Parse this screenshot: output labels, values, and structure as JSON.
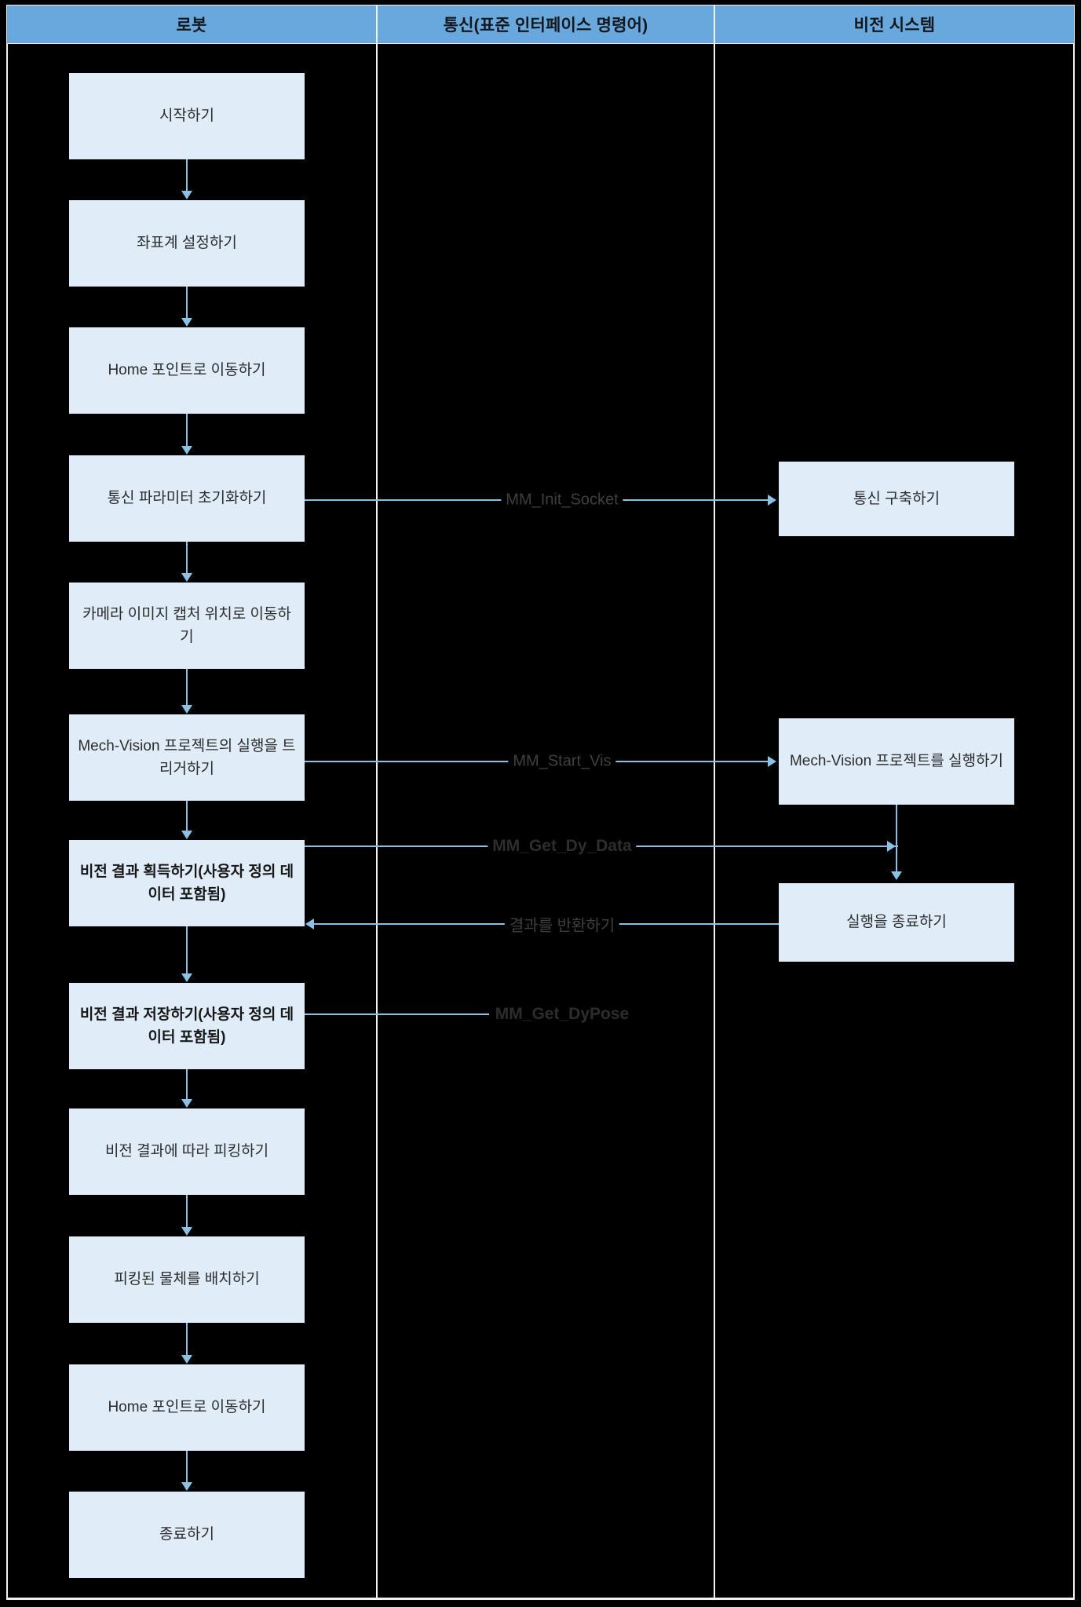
{
  "diagram": {
    "title": "Robot and Vision System Interface Flowchart",
    "background_color": "#000000",
    "node_fill_color": "#e0edf9",
    "connector_color": "#8cc1e6",
    "header_fill_color": "#69a8dd",
    "frame_color": "#f2f2f2"
  },
  "lanes": [
    {
      "id": "robot",
      "title": "로봇"
    },
    {
      "id": "comm",
      "title": "통신(표준 인터페이스 명령어)"
    },
    {
      "id": "vision",
      "title": "비전 시스템"
    }
  ],
  "robot_nodes": [
    {
      "id": "start",
      "label": "시작하기",
      "bold": false
    },
    {
      "id": "set-frame",
      "label": "좌표계 설정하기",
      "bold": false
    },
    {
      "id": "move-home-1",
      "label": "Home 포인트로 이동하기",
      "bold": false
    },
    {
      "id": "init-comm",
      "label": "통신 파라미터 초기화하기",
      "bold": false
    },
    {
      "id": "move-capture",
      "label": "카메라 이미지 캡처 위치로 이동하기",
      "bold": false
    },
    {
      "id": "trigger-vision",
      "label": "Mech-Vision 프로젝트의 실행을 트리거하기",
      "bold": false
    },
    {
      "id": "get-result",
      "label": "비전 결과 획득하기(사용자 정의 데이터 포함됨)",
      "bold": true
    },
    {
      "id": "save-result",
      "label": "비전 결과 저장하기(사용자 정의 데이터 포함됨)",
      "bold": true
    },
    {
      "id": "pick",
      "label": "비전 결과에 따라 피킹하기",
      "bold": false
    },
    {
      "id": "place",
      "label": "피킹된 물체를 배치하기",
      "bold": false
    },
    {
      "id": "move-home-2",
      "label": "Home 포인트로 이동하기",
      "bold": false
    },
    {
      "id": "end",
      "label": "종료하기",
      "bold": false
    }
  ],
  "vision_nodes": [
    {
      "id": "build-comm",
      "label": "통신 구축하기",
      "bold": false
    },
    {
      "id": "run-project",
      "label": "Mech-Vision 프로젝트를 실행하기",
      "bold": false
    },
    {
      "id": "finish-run",
      "label": "실행을 종료하기",
      "bold": false
    }
  ],
  "messages": [
    {
      "id": "init-socket",
      "label": "MM_Init_Socket",
      "bold": false,
      "direction": "right"
    },
    {
      "id": "start-vis",
      "label": "MM_Start_Vis",
      "bold": false,
      "direction": "right"
    },
    {
      "id": "get-dy-data",
      "label": "MM_Get_Dy_Data",
      "bold": true,
      "direction": "right"
    },
    {
      "id": "return-result",
      "label": "결과를 반환하기",
      "bold": false,
      "direction": "left"
    },
    {
      "id": "get-dypose",
      "label": "MM_Get_DyPose",
      "bold": true,
      "direction": "none"
    }
  ]
}
